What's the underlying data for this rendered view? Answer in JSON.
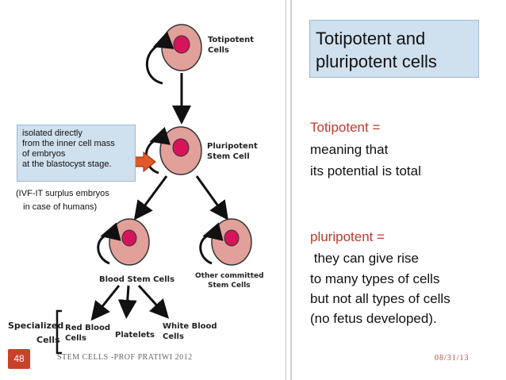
{
  "title": {
    "line1": "Totipotent and",
    "line2": "pluripotent cells"
  },
  "totipotent_def": {
    "term": "Totipotent =",
    "line2": "meaning that",
    "line3": "its potential is total",
    "tail": "."
  },
  "pluripotent_def": {
    "term": "pluripotent =",
    "line2": " they can give rise",
    "line3": "to many types of cells",
    "line4": "but not all types of cells",
    "line5": "(no fetus developed)."
  },
  "note": {
    "lines": [
      "isolated directly",
      "from the inner cell mass",
      "of embryos",
      "at the blastocyst stage."
    ]
  },
  "ivf_note": {
    "line1": "(IVF-IT surplus embryos",
    "line2": "   in case of humans)"
  },
  "diagram_labels": {
    "totipotent_1": "Totipotent",
    "totipotent_2": "Cells",
    "pluripotent_1": "Pluripotent",
    "pluripotent_2": "Stem Cell",
    "blood_stem": "Blood Stem Cells",
    "other_1": "Other committed",
    "other_2": "Stem Cells",
    "specialized_1": "Specialized",
    "specialized_2": "Cells",
    "red_1": "Red Blood",
    "red_2": "Cells",
    "platelets": "Platelets",
    "white_1": "White Blood",
    "white_2": "Cells"
  },
  "footer": {
    "slide_number": "48",
    "left_text": "STEM CELLS -PROF PRATIWI 2012",
    "date": "08/31/13"
  },
  "colors": {
    "cell_fill": "#e2a09a",
    "nucleus_fill": "#d6145a",
    "accent_red": "#c0392b",
    "title_box_bg": "#cfe0ee",
    "arrow_orange": "#e05a2a"
  }
}
